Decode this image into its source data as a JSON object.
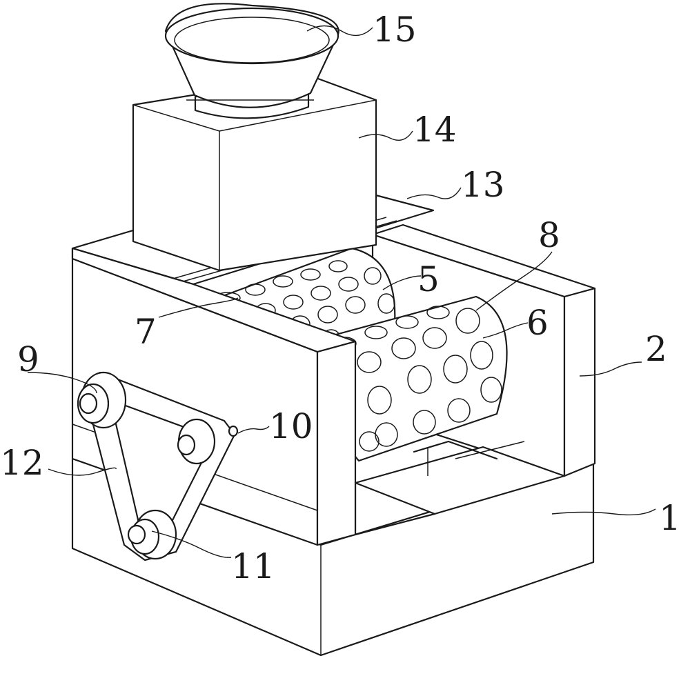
{
  "figure": {
    "labels": [
      {
        "id": "part-1",
        "text": "1"
      },
      {
        "id": "part-2",
        "text": "2"
      },
      {
        "id": "part-5",
        "text": "5"
      },
      {
        "id": "part-6",
        "text": "6"
      },
      {
        "id": "part-7",
        "text": "7"
      },
      {
        "id": "part-8",
        "text": "8"
      },
      {
        "id": "part-9",
        "text": "9"
      },
      {
        "id": "part-10",
        "text": "10"
      },
      {
        "id": "part-11",
        "text": "11"
      },
      {
        "id": "part-12",
        "text": "12"
      },
      {
        "id": "part-13",
        "text": "13"
      },
      {
        "id": "part-14",
        "text": "14"
      },
      {
        "id": "part-15",
        "text": "15"
      }
    ]
  },
  "colors": {
    "line": "#1a1a1a",
    "background": "#ffffff"
  }
}
